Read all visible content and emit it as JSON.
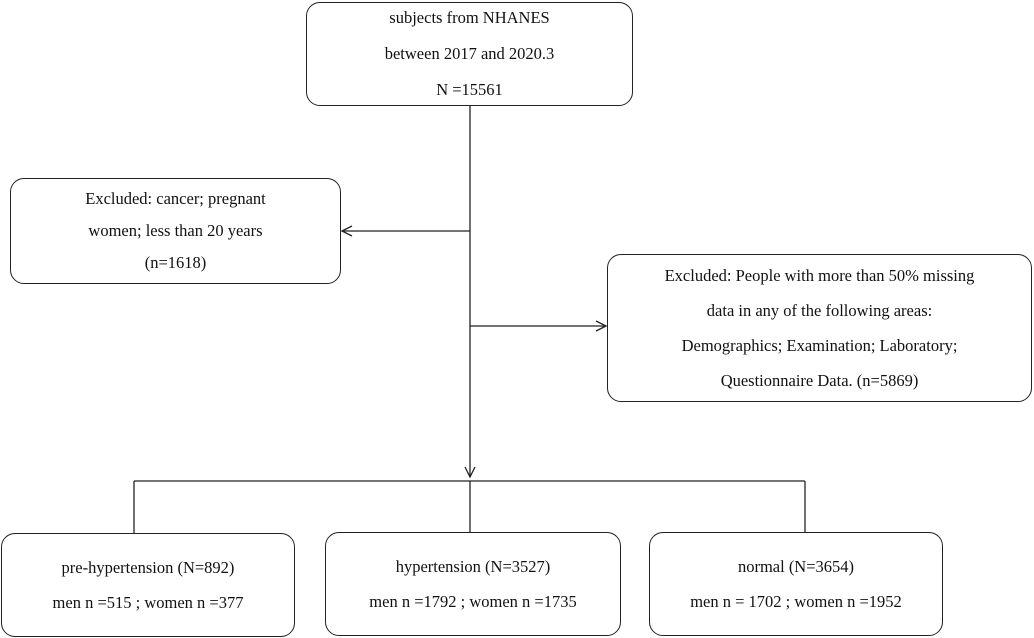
{
  "flowchart": {
    "source": {
      "line1": "subjects from NHANES",
      "line2": "between 2017 and 2020.3",
      "line3": "N =15561"
    },
    "exclusion_1": {
      "line1": "Excluded: cancer; pregnant",
      "line2": "women; less than 20 years",
      "line3": "(n=1618)"
    },
    "exclusion_2": {
      "line1": "Excluded: People with more than 50% missing",
      "line2": "data in any of the following  areas:",
      "line3": "Demographics; Examination; Laboratory;",
      "line4": "Questionnaire Data.  (n=5869)"
    },
    "groups": [
      {
        "title": "pre-hypertension  (N=892)",
        "detail": "men n =515  ; women n =377"
      },
      {
        "title": "hypertension  (N=3527)",
        "detail": "men n =1792  ; women n =1735"
      },
      {
        "title": "normal  (N=3654)",
        "detail": "men n = 1702 ; women n =1952"
      }
    ]
  },
  "colors": {
    "stroke": "#222222",
    "background": "#ffffff",
    "text": "#111111"
  }
}
